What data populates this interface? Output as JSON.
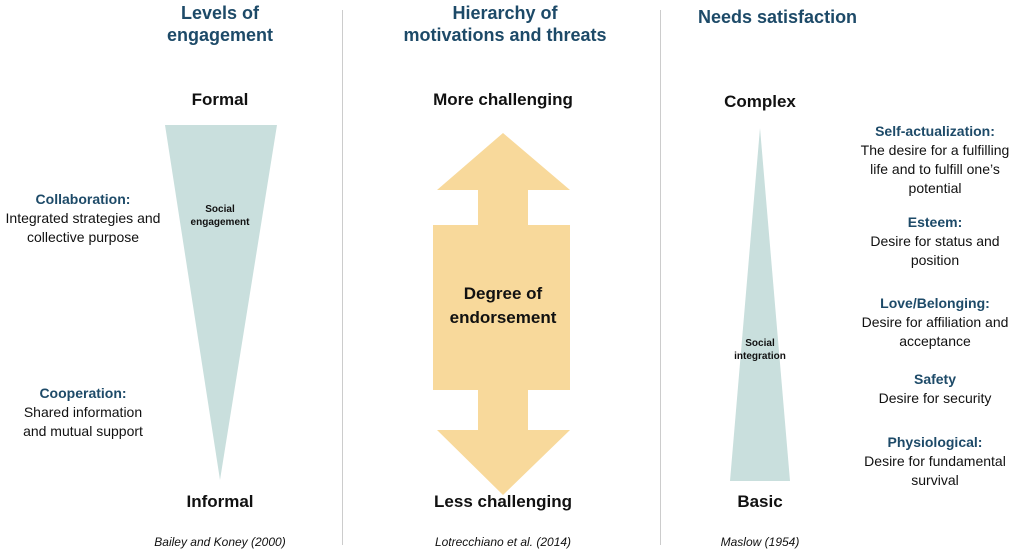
{
  "columns": [
    {
      "title": "Levels of engagement",
      "top": "Formal",
      "bottom": "Informal",
      "shape_label": "Social engagement",
      "citation": "Bailey and Koney (2000)",
      "items": [
        {
          "head": "Collaboration:",
          "text": "Integrated strategies and collective purpose"
        },
        {
          "head": "Cooperation:",
          "text": "Shared information and mutual support"
        }
      ]
    },
    {
      "title": "Hierarchy of motivations and threats",
      "top": "More challenging",
      "bottom": "Less challenging",
      "shape_label": "Degree of endorsement",
      "citation": "Lotrecchiano et al. (2014)"
    },
    {
      "title": "Needs satisfaction",
      "top": "Complex",
      "bottom": "Basic",
      "shape_label": "Social integration",
      "citation": "Maslow (1954)",
      "items": [
        {
          "head": "Self-actualization:",
          "text": "The desire for a fulfilling life and to fulfill one’s potential"
        },
        {
          "head": "Esteem:",
          "text": "Desire for status and position"
        },
        {
          "head": "Love/Belonging:",
          "text": "Desire for affiliation and acceptance"
        },
        {
          "head": "Safety",
          "text": "Desire for security"
        },
        {
          "head": "Physiological:",
          "text": "Desire for fundamental survival"
        }
      ]
    }
  ],
  "colors": {
    "heading": "#1d4a68",
    "triangle": "#c9dfdd",
    "arrow": "#f8d99b"
  }
}
